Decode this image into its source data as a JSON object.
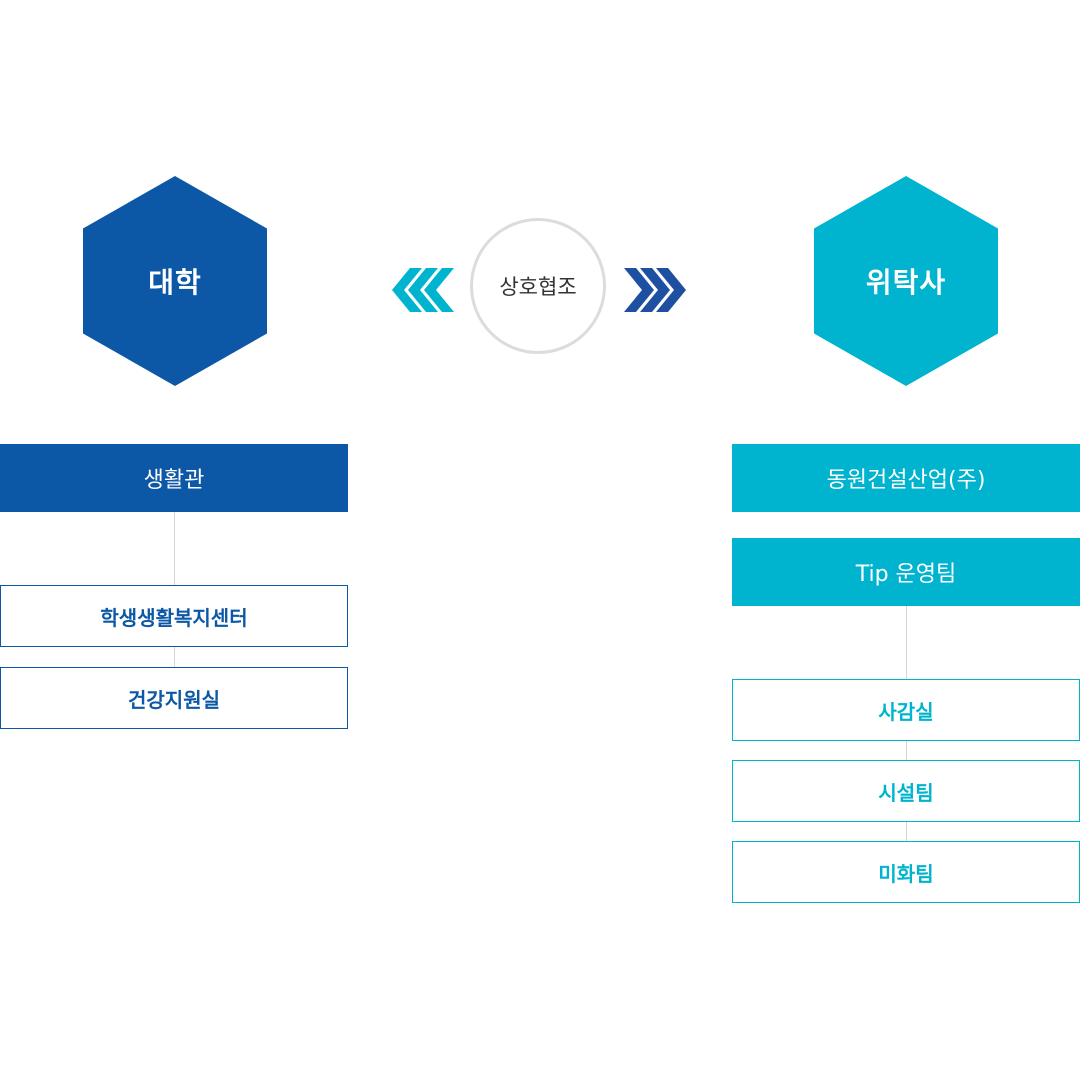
{
  "colors": {
    "university": "#0d58a6",
    "contractor": "#00b4cf",
    "arrow_left": "#00b4cf",
    "arrow_right": "#1e4fa0",
    "circle_border": "#dcdcdc",
    "connector": "#d5d5d5"
  },
  "university": {
    "title": "대학",
    "header": "생활관",
    "units": [
      "학생생활복지센터",
      "건강지원실"
    ]
  },
  "cooperation": {
    "label": "상호협조",
    "left_icon": "chevron-triple-left-icon",
    "right_icon": "chevron-triple-right-icon"
  },
  "contractor": {
    "title": "위탁사",
    "headers": [
      "동원건설산업(주)",
      "Tip 운영팀"
    ],
    "units": [
      "사감실",
      "시설팀",
      "미화팀"
    ]
  }
}
